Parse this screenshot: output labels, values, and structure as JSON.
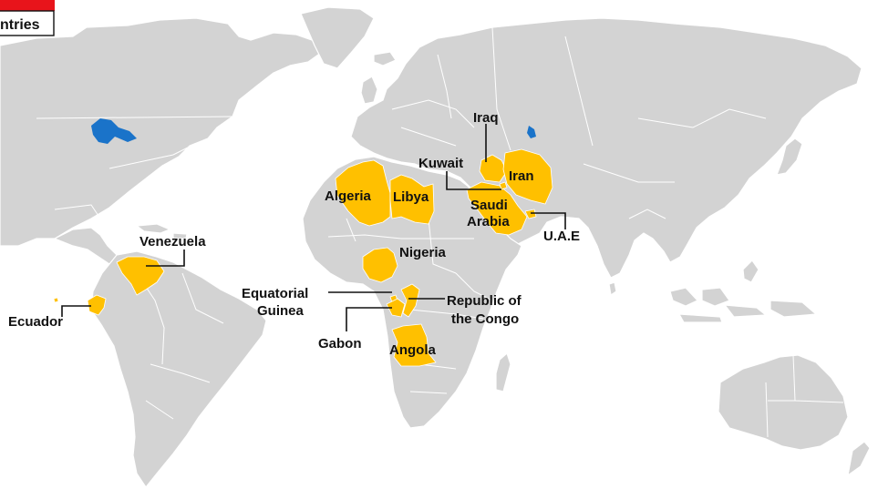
{
  "legend": {
    "label": "ntries"
  },
  "colors": {
    "land": "#d3d3d3",
    "member": "#ffc000",
    "water": "#1a73c9",
    "legend_red": "#e8141b"
  },
  "countries": {
    "iraq": "Iraq",
    "kuwait": "Kuwait",
    "iran": "Iran",
    "algeria": "Algeria",
    "libya": "Libya",
    "saudi_arabia_1": "Saudi",
    "saudi_arabia_2": "Arabia",
    "uae": "U.A.E",
    "venezuela": "Venezuela",
    "nigeria": "Nigeria",
    "equatorial_guinea_1": "Equatorial",
    "equatorial_guinea_2": "Guinea",
    "congo_1": "Republic of",
    "congo_2": "the Congo",
    "ecuador": "Ecuador",
    "gabon": "Gabon",
    "angola": "Angola"
  }
}
